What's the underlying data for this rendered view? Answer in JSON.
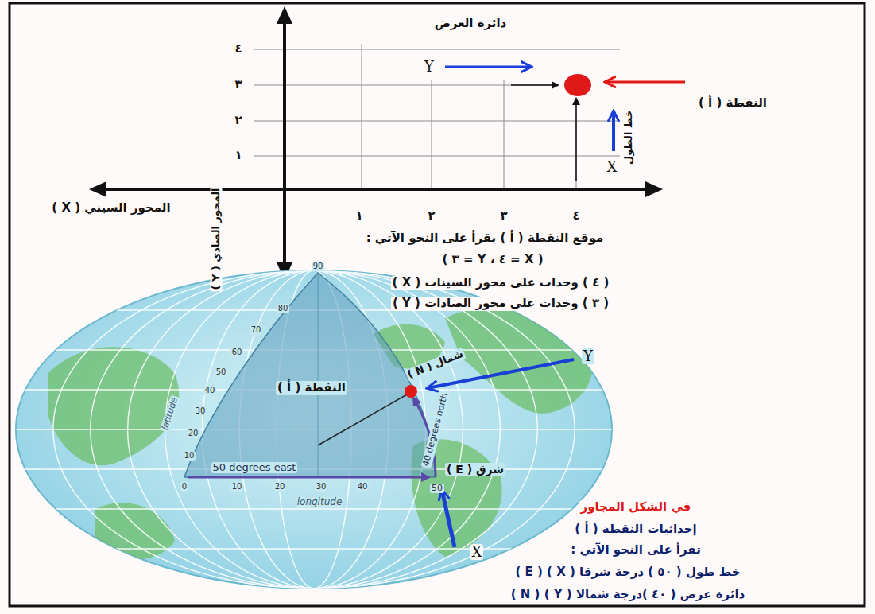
{
  "diagram": {
    "labels": [
      "دائرة العرض",
      "Y",
      "النقطة ( أ )",
      "خط الطول",
      "X",
      "٤",
      "٣",
      "٢",
      "١",
      "المحور السيني ( X )",
      "المحور الصادي ( Y )",
      "١",
      "٢",
      "٣",
      "٤",
      "موقع النقطة ( أ ) يقرأ على النحو الآتي :",
      "( X = ٤ ، Y = ٣ )",
      "( ٤ ) وحدات على محور السينات ( X )",
      "( ٣ ) وحدات على محور الصادات ( Y )",
      "90",
      "80",
      "70",
      "60",
      "50",
      "40",
      "30",
      "20",
      "10",
      "0",
      "latitude",
      "50 degrees east",
      "10",
      "20",
      "30",
      "40",
      "50",
      "longitude",
      "40 degrees north",
      "النقطة ( أ )",
      "شمال ( N )",
      "Y",
      "شرق ( E )",
      "X",
      "في الشكل المجاور",
      "إحداثيات النقطة ( أ )",
      "تقرأ على النحو الآتي :",
      "خط طول ( ٥٠ ) درجة شرقا ( X ) ( E )",
      "دائرة عرض ( ٤٠ )درجة شمالا ( Y ) ( N )"
    ]
  }
}
